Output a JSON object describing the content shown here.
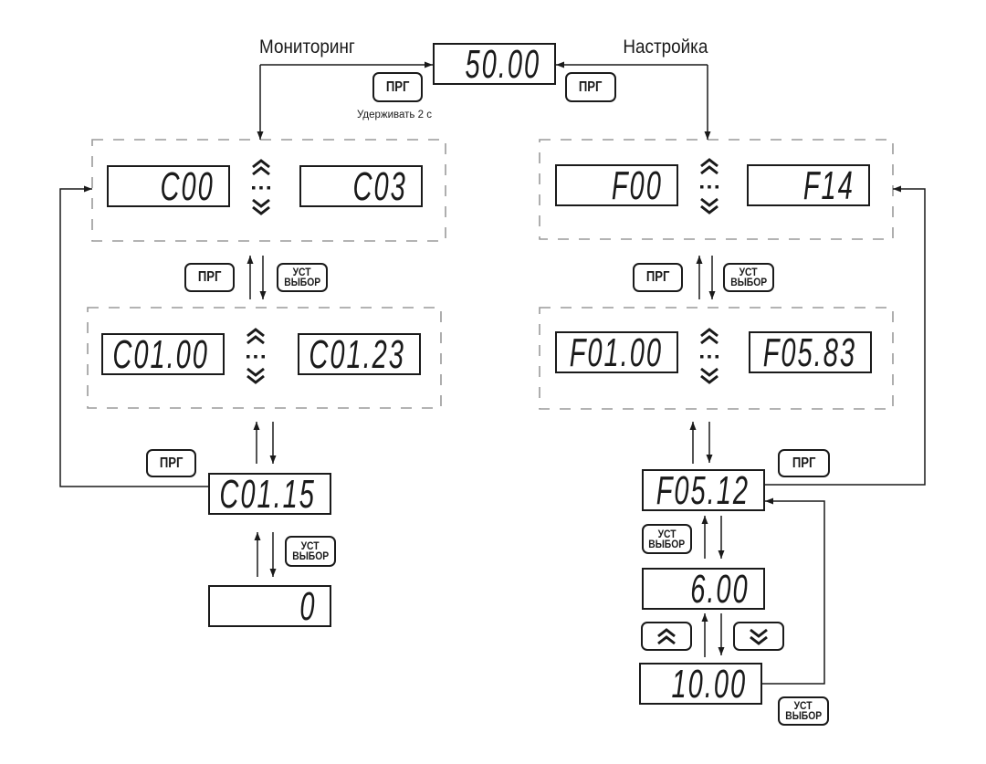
{
  "labels": {
    "monitoring": "Мониторинг",
    "settings": "Настройка",
    "hold_note": "Удерживать 2 с"
  },
  "keys": {
    "prg": "ПРГ",
    "set_line1": "УСТ",
    "set_line2": "ВЫБОР"
  },
  "displays": {
    "main": "50.00",
    "monitoring": {
      "group_first": "C00",
      "group_last": "C03",
      "param_first": "C01.00",
      "param_last": "C01.23",
      "selected_param": "C01.15",
      "param_value": "0"
    },
    "settings": {
      "group_first": "F00",
      "group_last": "F14",
      "param_first": "F01.00",
      "param_last": "F05.83",
      "selected_param": "F05.12",
      "param_value": "6.00",
      "edited_value": "10.00"
    }
  },
  "icons": {
    "scroll_up": "double-chevron-up-icon",
    "scroll_range": "ellipsis-icon",
    "scroll_down": "double-chevron-down-icon",
    "key_up": "double-chevron-up-icon",
    "key_down": "double-chevron-down-icon",
    "flow": "arrow-icon"
  },
  "colors": {
    "ink": "#1a1a1a",
    "frame_dash": "#9a9a9a",
    "background": "#ffffff"
  }
}
